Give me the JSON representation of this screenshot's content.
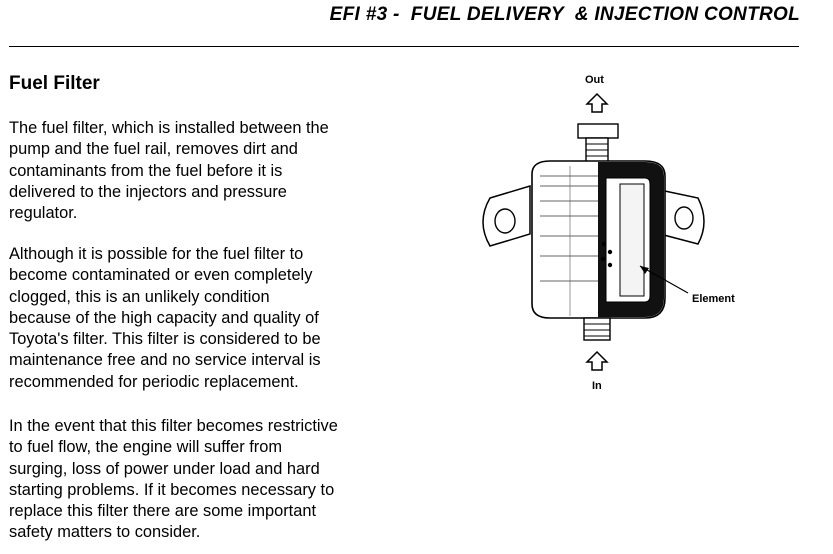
{
  "header": {
    "title": "EFI #3 -  FUEL DELIVERY  & INJECTION CONTROL"
  },
  "section": {
    "heading": "Fuel Filter"
  },
  "paragraphs": [
    "The fuel filter, which is installed between the\npump and the fuel rail, removes dirt and\ncontaminants from the fuel before it is\ndelivered to the injectors and pressure\nregulator.",
    "Although it is possible for the fuel filter to\nbecome contaminated or even completely\nclogged, this is an unlikely condition\nbecause of the high capacity and quality of\nToyota's filter. This filter is considered to be\nmaintenance free and no service interval is\nrecommended for periodic replacement.",
    "In the event that this filter becomes restrictive\nto fuel flow, the engine will suffer from\nsurging, loss of power under load and hard\nstarting problems. If it becomes necessary to\nreplace this filter there are some important\nsafety matters to consider."
  ],
  "diagram": {
    "label_out": "Out",
    "label_in": "In",
    "label_element": "Element",
    "icons": [
      "arrow-up-out-icon",
      "arrow-up-in-icon"
    ]
  }
}
